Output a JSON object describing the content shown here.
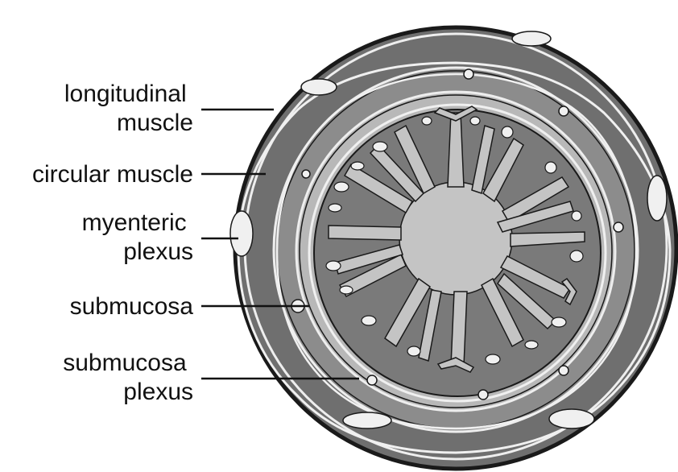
{
  "labels": [
    {
      "id": "longitudinal-muscle",
      "lines": [
        "longitudinal",
        "muscle"
      ]
    },
    {
      "id": "circular-muscle",
      "lines": [
        "circular muscle"
      ]
    },
    {
      "id": "myenteric-plexus",
      "lines": [
        "myenteric",
        "plexus"
      ]
    },
    {
      "id": "submucosa",
      "lines": [
        "submucosa"
      ]
    },
    {
      "id": "submucosa-plexus",
      "lines": [
        "submucosa",
        "plexus"
      ]
    }
  ],
  "colors": {
    "outline": "#1a1a1a",
    "longitudinal_layer": "#6f6f6f",
    "circular_layer": "#8c8c8c",
    "submucosa_layer": "#b8b8b8",
    "mucosa": "#7a7a7a",
    "lumen": "#c4c4c4",
    "membrane": "#eeeeee"
  }
}
